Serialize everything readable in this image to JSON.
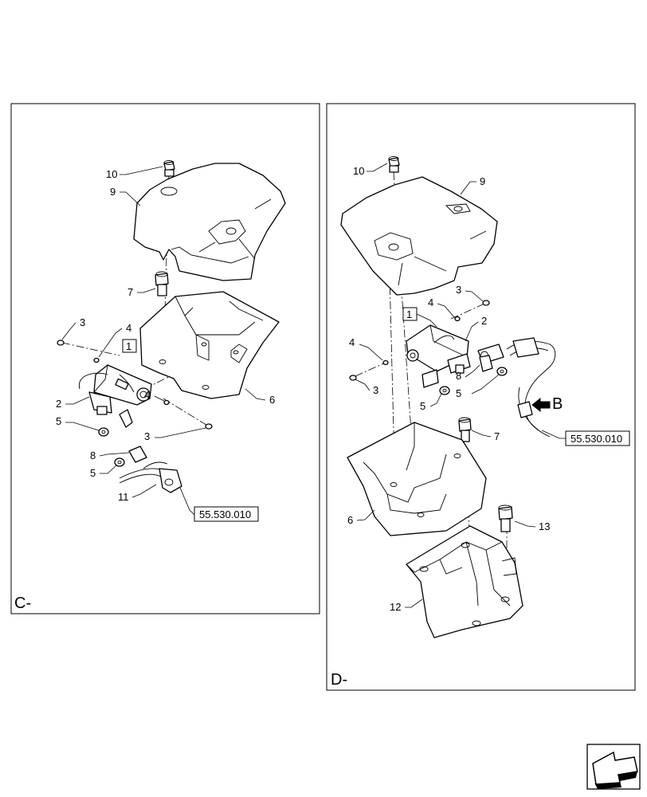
{
  "panels": [
    {
      "id": "C",
      "label": "C-",
      "callouts": [
        "10",
        "9",
        "7",
        "3",
        "4",
        "1",
        "2",
        "5",
        "4",
        "3",
        "8",
        "5",
        "11",
        "6"
      ],
      "reference": "55.530.010"
    },
    {
      "id": "D",
      "label": "D-",
      "callouts": [
        "10",
        "9",
        "3",
        "4",
        "1",
        "2",
        "4",
        "3",
        "8",
        "5",
        "5",
        "7",
        "6",
        "13",
        "12"
      ],
      "reference": "55.530.010",
      "view_marker": "B"
    }
  ],
  "nav_icon": "next-page-arrow-icon"
}
